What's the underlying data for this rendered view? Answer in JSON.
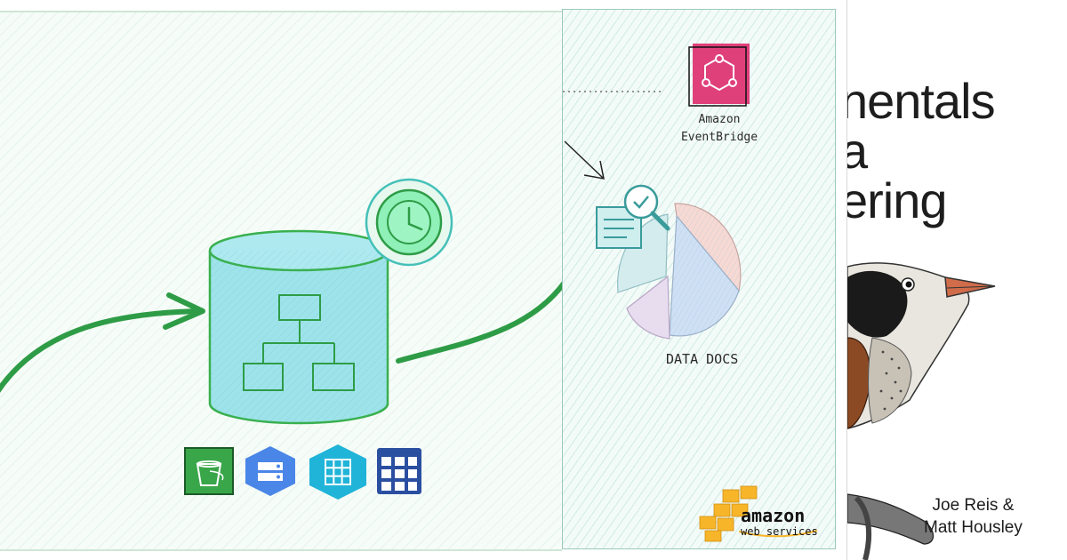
{
  "book": {
    "title_lines": [
      "nentals",
      "a",
      "ering"
    ],
    "authors_line1": "Joe Reis &",
    "authors_line2": "Matt Housley"
  },
  "diagram": {
    "eventbridge_label_line1": "Amazon",
    "eventbridge_label_line2": "EventBridge",
    "data_docs_label": "DATA DOCS",
    "aws_logo_line1": "amazon",
    "aws_logo_line2": "web services"
  },
  "icons": {
    "warehouse": "database-cylinder-icon",
    "clock": "clock-icon",
    "s3": "bucket-icon",
    "cloud_storage": "storage-hexagon-icon",
    "bigquery": "grid-hexagon-icon",
    "table": "table-grid-icon",
    "eventbridge": "eventbridge-icon",
    "docs": "document-check-icon",
    "pie": "pie-chart-icon",
    "aws": "aws-cubes-icon",
    "bird": "bird-illustration-icon"
  },
  "colors": {
    "arrow_green": "#2e9c46",
    "cylinder_fill": "#9fe3ea",
    "cylinder_stroke": "#39b04e",
    "eventbridge_pink": "#e0407a",
    "aws_orange": "#f7b52a"
  }
}
